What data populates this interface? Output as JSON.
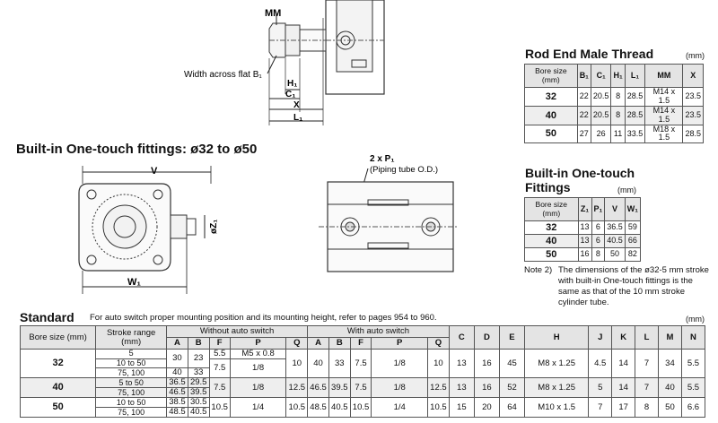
{
  "rod_end": {
    "title": "Rod End Male Thread",
    "unit": "(mm)",
    "headers": [
      "Bore size (mm)",
      "B₁",
      "C₁",
      "H₁",
      "L₁",
      "MM",
      "X"
    ],
    "rows": [
      [
        "32",
        "22",
        "20.5",
        "8",
        "28.5",
        "M14 x 1.5",
        "23.5"
      ],
      [
        "40",
        "22",
        "20.5",
        "8",
        "28.5",
        "M14 x 1.5",
        "23.5"
      ],
      [
        "50",
        "27",
        "26",
        "11",
        "33.5",
        "M18 x 1.5",
        "28.5"
      ]
    ]
  },
  "drawing_top": {
    "mm": "MM",
    "width_flat": "Width across flat B₁",
    "h1": "H₁",
    "c1": "C₁",
    "x": "X",
    "l1": "L₁"
  },
  "fittings_section": {
    "title": "Built-in One-touch fittings: ø32 to ø50",
    "v": "V",
    "w1": "W₁",
    "z1": "øZ₁",
    "p1": "2 x P₁",
    "tube": "(Piping tube O.D.)"
  },
  "fittings_table": {
    "title_line1": "Built-in One-touch",
    "title_line2": "Fittings",
    "unit": "(mm)",
    "headers": [
      "Bore size (mm)",
      "Z₁",
      "P₁",
      "V",
      "W₁"
    ],
    "rows": [
      [
        "32",
        "13",
        "6",
        "36.5",
        "59"
      ],
      [
        "40",
        "13",
        "6",
        "40.5",
        "66"
      ],
      [
        "50",
        "16",
        "8",
        "50",
        "82"
      ]
    ]
  },
  "note": {
    "label": "Note 2)",
    "text": "The dimensions of the ø32-5 mm stroke with built-in One-touch fittings is the same as that of the 10 mm stroke cylinder tube."
  },
  "standard": {
    "title": "Standard",
    "subtitle": "For auto switch proper mounting position and its mounting height, refer to pages 954 to 960.",
    "unit": "(mm)",
    "h_bore": "Bore size (mm)",
    "h_stroke": "Stroke range (mm)",
    "h_without": "Without auto switch",
    "h_with": "With auto switch",
    "sub_without": [
      "A",
      "B",
      "F",
      "P",
      "Q"
    ],
    "sub_with": [
      "A",
      "B",
      "F",
      "P",
      "Q"
    ],
    "common": [
      "C",
      "D",
      "E",
      "H",
      "J",
      "K",
      "L",
      "M",
      "N"
    ],
    "rows": [
      {
        "bore": "32",
        "strokes": [
          "5",
          "10 to 50",
          "75, 100"
        ],
        "woA": [
          "30",
          "40"
        ],
        "woB": [
          "23",
          "33"
        ],
        "woF": [
          "5.5",
          "7.5"
        ],
        "woP": [
          "M5 x 0.8",
          "1/8"
        ],
        "woQ": "10",
        "wA": "40",
        "wB": "33",
        "wF": "7.5",
        "wP": "1/8",
        "wQ": "10",
        "C": "13",
        "D": "16",
        "E": "45",
        "H": "M8 x 1.25",
        "J": "4.5",
        "K": "14",
        "L": "7",
        "M": "34",
        "N": "5.5"
      },
      {
        "bore": "40",
        "strokes": [
          "5 to 50",
          "75, 100"
        ],
        "woA": [
          "36.5",
          "46.5"
        ],
        "woB": [
          "29.5",
          "39.5"
        ],
        "woF": "7.5",
        "woP": "1/8",
        "woQ": "12.5",
        "wA": "46.5",
        "wB": "39.5",
        "wF": "7.5",
        "wP": "1/8",
        "wQ": "12.5",
        "C": "13",
        "D": "16",
        "E": "52",
        "H": "M8 x 1.25",
        "J": "5",
        "K": "14",
        "L": "7",
        "M": "40",
        "N": "5.5"
      },
      {
        "bore": "50",
        "strokes": [
          "10 to 50",
          "75, 100"
        ],
        "woA": [
          "38.5",
          "48.5"
        ],
        "woB": [
          "30.5",
          "40.5"
        ],
        "woF": "10.5",
        "woP": "1/4",
        "woQ": "10.5",
        "wA": "48.5",
        "wB": "40.5",
        "wF": "10.5",
        "wP": "1/4",
        "wQ": "10.5",
        "C": "15",
        "D": "20",
        "E": "64",
        "H": "M10 x 1.5",
        "J": "7",
        "K": "17",
        "L": "8",
        "M": "50",
        "N": "6.6"
      }
    ]
  }
}
